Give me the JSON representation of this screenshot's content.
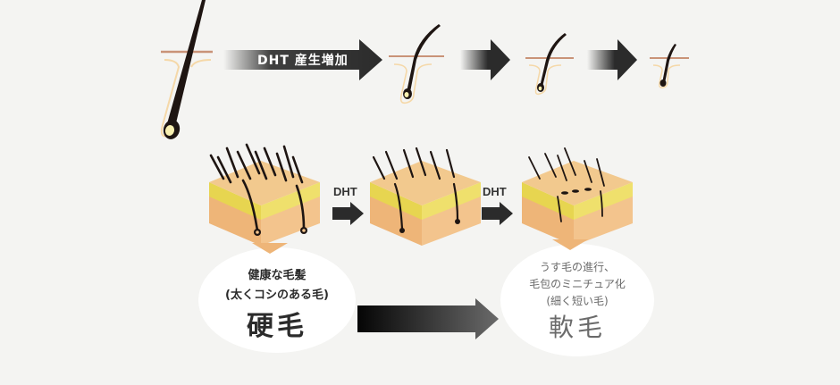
{
  "top_row": {
    "arrow_label": "DHT 産生増加",
    "stages": [
      {
        "name": "thick-hair-follicle"
      },
      {
        "name": "thinning-hair-follicle-1"
      },
      {
        "name": "thinning-hair-follicle-2"
      },
      {
        "name": "thinning-hair-follicle-3"
      }
    ]
  },
  "middle_row": {
    "steps": [
      {
        "label": "DHT"
      },
      {
        "label": "DHT"
      }
    ],
    "blocks": [
      "dense-scalp",
      "medium-scalp",
      "sparse-scalp"
    ]
  },
  "bottom_row": {
    "healthy": {
      "line1": "健康な毛髪",
      "line2": "(太くコシのある毛)",
      "title": "硬毛"
    },
    "thinning": {
      "line1": "うす毛の進行、",
      "line2": "毛包のミニチュア化",
      "line3": "(細く短い毛)",
      "title": "軟毛"
    }
  },
  "colors": {
    "background": "#f4f4f2",
    "skin_top": "#f2c98e",
    "skin_yellow": "#efe06c",
    "skin_side": "#eeb578",
    "arrow_dark": "#2b2b2b",
    "hair": "#1e1512",
    "scalp_line": "#c99378",
    "follicle_outline": "#f5d8a8",
    "bulb": "#f7efb0"
  }
}
